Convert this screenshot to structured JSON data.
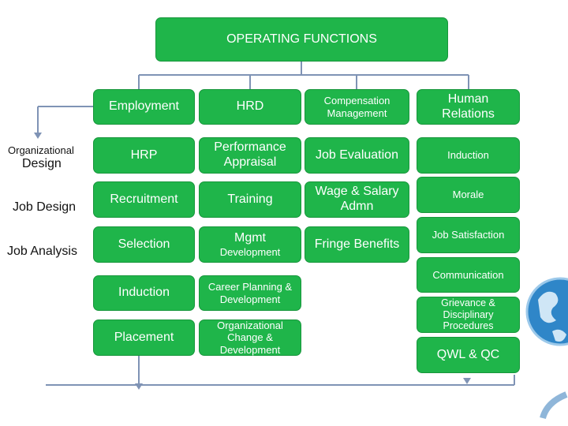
{
  "title": "OPERATING FUNCTIONS",
  "left_labels": [
    {
      "small": "Organizational",
      "large": "Design"
    },
    {
      "text": "Job Design"
    },
    {
      "text": "Job Analysis"
    }
  ],
  "col1": [
    "Employment",
    "HRP",
    "Recruitment",
    "Selection",
    "Induction",
    "Placement"
  ],
  "col2": [
    "HRD",
    "Performance Appraisal",
    "Training",
    "Mgmt",
    "Development",
    "Career Planning & Development",
    "Organizational Change & Development"
  ],
  "col3": [
    "Compensation Management",
    "Job Evaluation",
    "Wage & Salary Admn",
    "Fringe Benefits"
  ],
  "col4": [
    "Human Relations",
    "Induction",
    "Morale",
    "Job Satisfaction",
    "Communication",
    "Grievance & Disciplinary Procedures",
    "QWL & QC"
  ],
  "colors": {
    "box": "#1fb54a",
    "border": "#18963c",
    "line": "#7f93b5",
    "text": "#ffffff"
  }
}
